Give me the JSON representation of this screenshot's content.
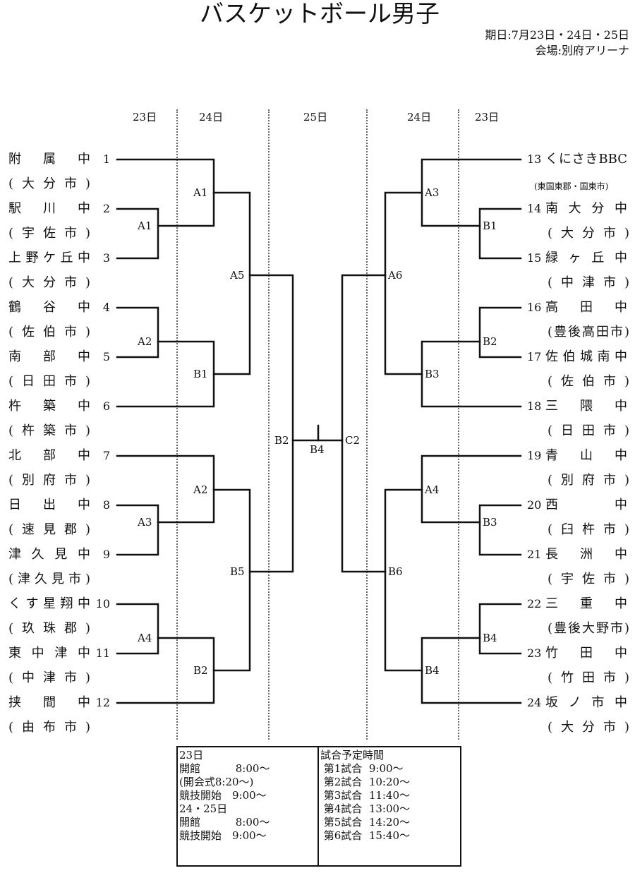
{
  "header": {
    "title": "バスケットボール男子",
    "date": "期日:7月23日・24日・25日",
    "venue": "会場:別府アリーナ"
  },
  "day_headers": {
    "left_23": "23日",
    "left_24": "24日",
    "center_25": "25日",
    "right_24": "24日",
    "right_23": "23日"
  },
  "left_teams": [
    {
      "num": "1",
      "name": "附属中",
      "city": "(大分市)"
    },
    {
      "num": "2",
      "name": "駅川中",
      "city": "(宇佐市)"
    },
    {
      "num": "3",
      "name": "上野ケ丘中",
      "city": "(大分市)"
    },
    {
      "num": "4",
      "name": "鶴谷中",
      "city": "(佐伯市)"
    },
    {
      "num": "5",
      "name": "南部中",
      "city": "(日田市)"
    },
    {
      "num": "6",
      "name": "杵築中",
      "city": "(杵築市)"
    },
    {
      "num": "7",
      "name": "北部中",
      "city": "(別府市)"
    },
    {
      "num": "8",
      "name": "日出中",
      "city": "(速見郡)"
    },
    {
      "num": "9",
      "name": "津久見中",
      "city": "(津久見市)"
    },
    {
      "num": "10",
      "name": "くす星翔中",
      "city": "(玖珠郡)"
    },
    {
      "num": "11",
      "name": "東中津中",
      "city": "(中津市)"
    },
    {
      "num": "12",
      "name": "挟間中",
      "city": "(由布市)"
    }
  ],
  "right_teams": [
    {
      "num": "13",
      "name": "くにさきBBC",
      "city": "(東国東郡・国東市)"
    },
    {
      "num": "14",
      "name": "南大分中",
      "city": "(大分市)"
    },
    {
      "num": "15",
      "name": "緑ヶ丘中",
      "city": "(中津市)"
    },
    {
      "num": "16",
      "name": "高田中",
      "city": "(豊後高田市)"
    },
    {
      "num": "17",
      "name": "佐伯城南中",
      "city": "(佐伯市)"
    },
    {
      "num": "18",
      "name": "三隈中",
      "city": "(日田市)"
    },
    {
      "num": "19",
      "name": "青山中",
      "city": "(別府市)"
    },
    {
      "num": "20",
      "name": "西中",
      "city": "(臼杵市)"
    },
    {
      "num": "21",
      "name": "長洲中",
      "city": "(宇佐市)"
    },
    {
      "num": "22",
      "name": "三重中",
      "city": "(豊後大野市)"
    },
    {
      "num": "23",
      "name": "竹田中",
      "city": "(竹田市)"
    },
    {
      "num": "24",
      "name": "坂ノ市中",
      "city": "(大分市)"
    }
  ],
  "game_labels": {
    "left_r1_a1": "A1",
    "left_r1_a2": "A2",
    "left_r1_a3": "A3",
    "left_r1_a4": "A4",
    "left_r2_a1": "A1",
    "left_r2_b1": "B1",
    "left_r2_a2": "A2",
    "left_r2_b2": "B2",
    "left_r3_a5": "A5",
    "left_r3_b5": "B5",
    "left_semi_b2": "B2",
    "final_b4": "B4",
    "right_semi_c2": "C2",
    "right_r3_a6": "A6",
    "right_r3_b6": "B6",
    "right_r2_a3": "A3",
    "right_r2_b3": "B3",
    "right_r2_a4": "A4",
    "right_r2_b4": "B4",
    "right_r1_b1": "B1",
    "right_r1_b2": "B2",
    "right_r1_b3": "B3",
    "right_r1_b4": "B4"
  },
  "schedule": {
    "left": [
      "23日",
      "開館　　　 8:00～",
      "(開会式8:20～)",
      "競技開始　9:00～",
      "24・25日",
      "開館　　　 8:00～",
      "競技開始　9:00～"
    ],
    "right": [
      "試合予定時間",
      " 第1試合  9:00～",
      " 第2試合  10:20～",
      " 第3試合  11:40～",
      " 第4試合  13:00～",
      " 第5試合  14:20～",
      " 第6試合  15:40～"
    ]
  }
}
